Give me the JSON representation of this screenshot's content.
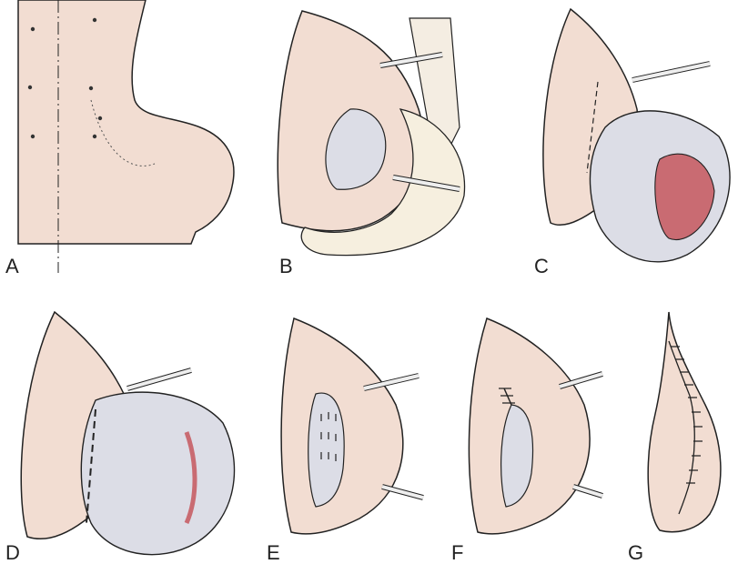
{
  "figure": {
    "panels": [
      {
        "label": "A",
        "subject": "back-and-shoulder-with-midline"
      },
      {
        "label": "B",
        "subject": "incision-retracted-sac-exposed"
      },
      {
        "label": "C",
        "subject": "sac-delivered-and-opened"
      },
      {
        "label": "D",
        "subject": "sac-base-marked-for-excision"
      },
      {
        "label": "E",
        "subject": "sac-excised-dura-closed"
      },
      {
        "label": "F",
        "subject": "fascial-layer-sutured"
      },
      {
        "label": "G",
        "subject": "skin-closure"
      }
    ],
    "colors": {
      "skin": "#f2ddd2",
      "skin_dark": "#e6c8b8",
      "outline": "#222222",
      "sac": "#dcdde6",
      "sac_shadow": "#b8bac8",
      "exposed_tissue": "#c96b72",
      "retractor": "#eeeeee"
    }
  }
}
